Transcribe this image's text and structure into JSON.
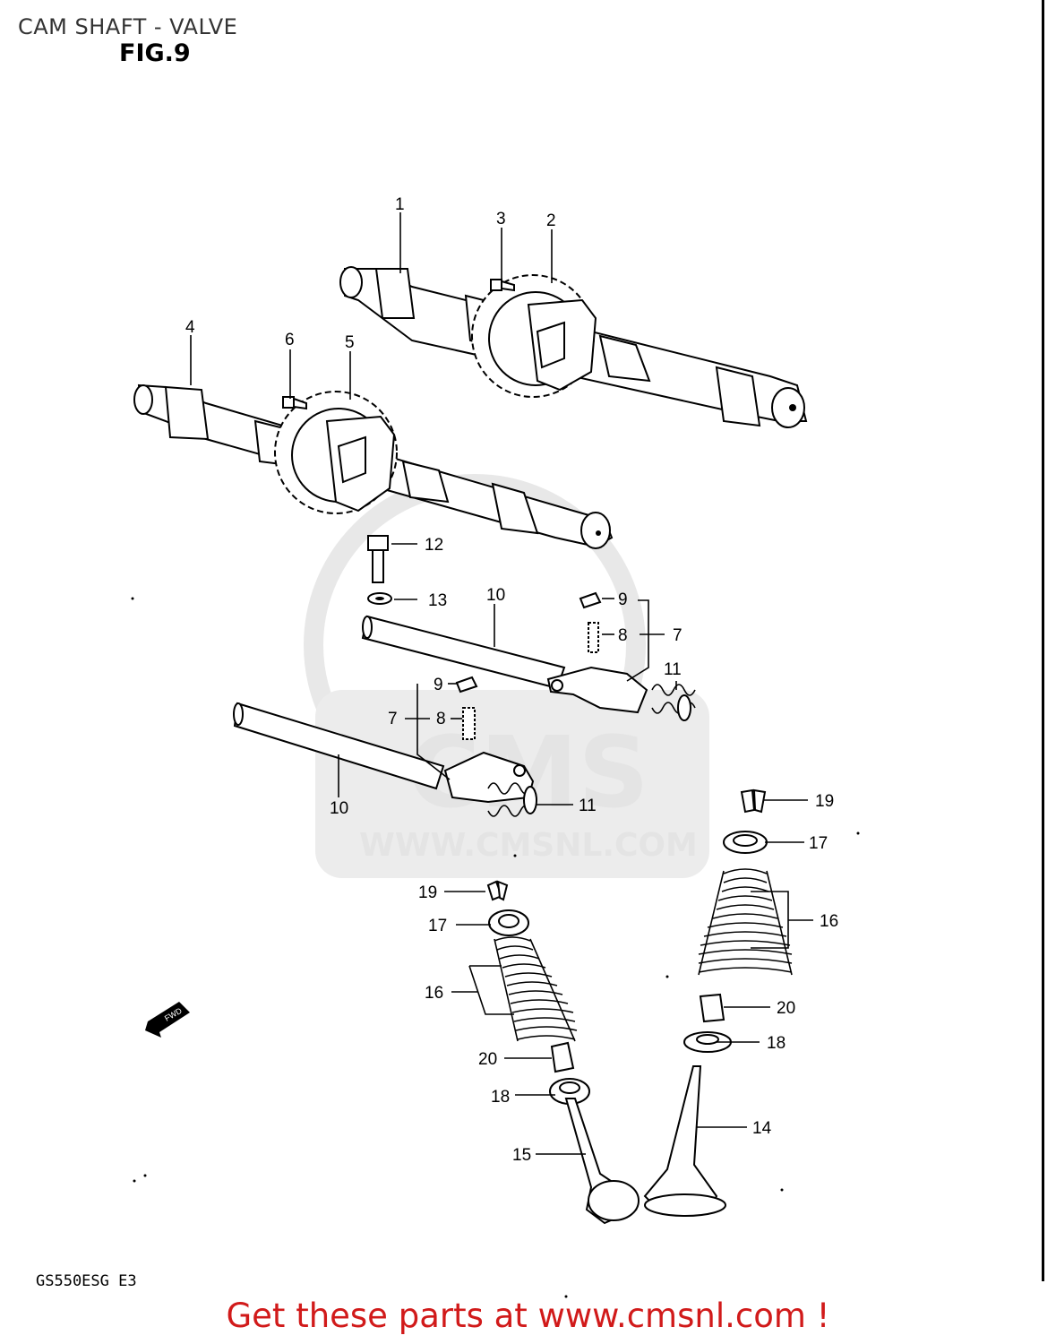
{
  "header": {
    "title": "CAM SHAFT - VALVE",
    "figure": "FIG.9"
  },
  "watermark": {
    "brand": "CMS",
    "url": "WWW.CMSNL.COM"
  },
  "fwd_label": "FWD",
  "footer": {
    "model_code": "GS550ESG E3",
    "banner": "Get these parts at www.cmsnl.com !"
  },
  "callouts": {
    "c1": "1",
    "c2": "2",
    "c3": "3",
    "c4": "4",
    "c5": "5",
    "c6": "6",
    "c12": "12",
    "c13": "13",
    "c10a": "10",
    "c9a": "9",
    "c8a": "8",
    "c7a": "7",
    "c11a": "11",
    "c9b": "9",
    "c7b": "7",
    "c8b": "8",
    "c10b": "10",
    "c11b": "11",
    "c19a": "19",
    "c17a": "17",
    "c16a": "16",
    "c20a": "20",
    "c18a": "18",
    "c14": "14",
    "c19b": "19",
    "c17b": "17",
    "c16b": "16",
    "c20b": "20",
    "c18b": "18",
    "c15": "15"
  },
  "colors": {
    "banner": "#d11a1a",
    "watermark": "#e4e4e4",
    "ink": "#000000"
  }
}
